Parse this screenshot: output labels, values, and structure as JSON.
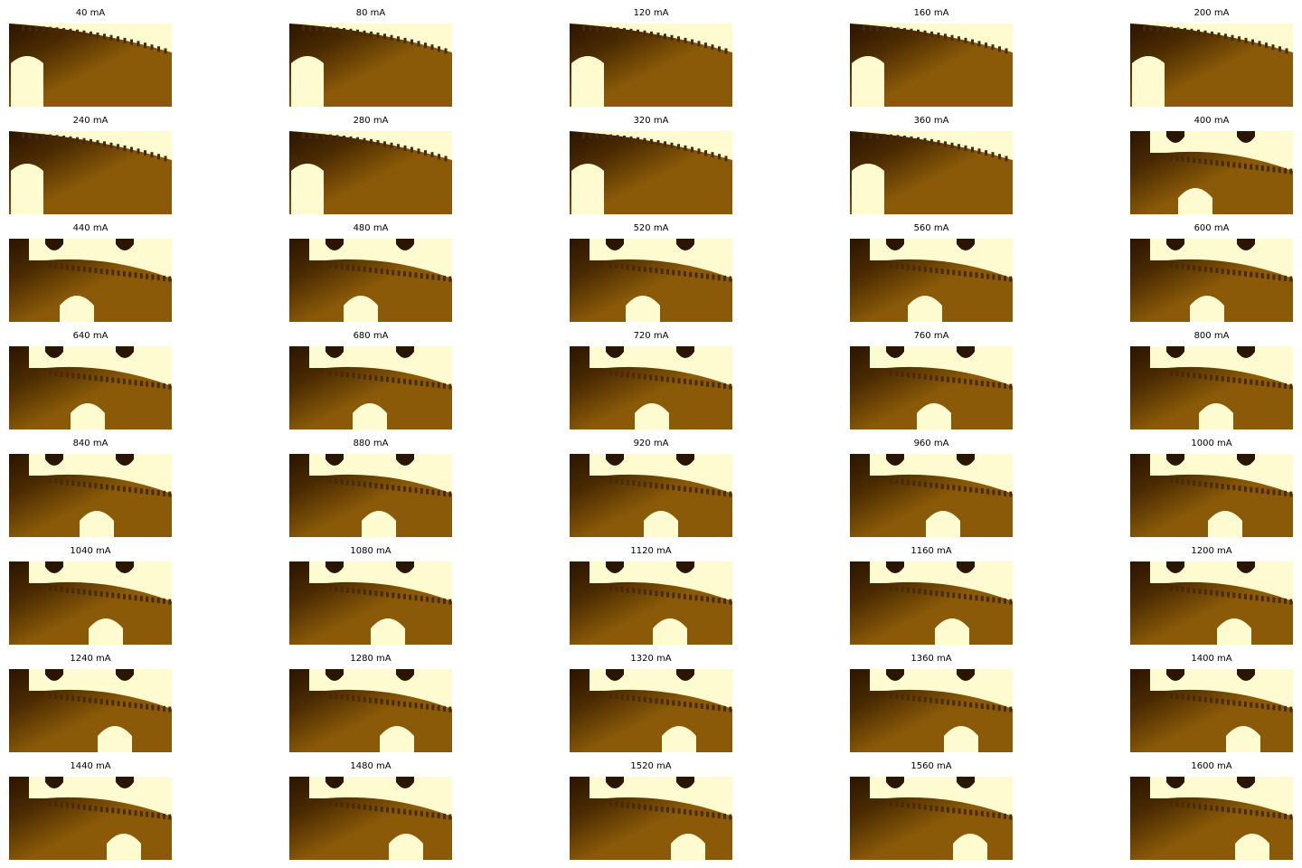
{
  "figure": {
    "columns": 5,
    "panels": [
      {
        "label": "40 mA",
        "fraction": 0.0
      },
      {
        "label": "80 mA",
        "fraction": 0.0
      },
      {
        "label": "120 mA",
        "fraction": 0.0
      },
      {
        "label": "160 mA",
        "fraction": 0.0
      },
      {
        "label": "200 mA",
        "fraction": 0.0
      },
      {
        "label": "240 mA",
        "fraction": 0.0
      },
      {
        "label": "280 mA",
        "fraction": 0.0
      },
      {
        "label": "320 mA",
        "fraction": 0.0
      },
      {
        "label": "360 mA",
        "fraction": 0.0
      },
      {
        "label": "400 mA",
        "fraction": 0.33
      },
      {
        "label": "440 mA",
        "fraction": 0.36
      },
      {
        "label": "480 mA",
        "fraction": 0.4
      },
      {
        "label": "520 mA",
        "fraction": 0.42
      },
      {
        "label": "560 mA",
        "fraction": 0.44
      },
      {
        "label": "600 mA",
        "fraction": 0.46
      },
      {
        "label": "640 mA",
        "fraction": 0.48
      },
      {
        "label": "680 mA",
        "fraction": 0.5
      },
      {
        "label": "720 mA",
        "fraction": 0.52
      },
      {
        "label": "760 mA",
        "fraction": 0.54
      },
      {
        "label": "800 mA",
        "fraction": 0.56
      },
      {
        "label": "840 mA",
        "fraction": 0.58
      },
      {
        "label": "880 mA",
        "fraction": 0.6
      },
      {
        "label": "920 mA",
        "fraction": 0.62
      },
      {
        "label": "960 mA",
        "fraction": 0.64
      },
      {
        "label": "1000 mA",
        "fraction": 0.66
      },
      {
        "label": "1040 mA",
        "fraction": 0.68
      },
      {
        "label": "1080 mA",
        "fraction": 0.7
      },
      {
        "label": "1120 mA",
        "fraction": 0.72
      },
      {
        "label": "1160 mA",
        "fraction": 0.74
      },
      {
        "label": "1200 mA",
        "fraction": 0.76
      },
      {
        "label": "1240 mA",
        "fraction": 0.78
      },
      {
        "label": "1280 mA",
        "fraction": 0.8
      },
      {
        "label": "1320 mA",
        "fraction": 0.82
      },
      {
        "label": "1360 mA",
        "fraction": 0.84
      },
      {
        "label": "1400 mA",
        "fraction": 0.86
      },
      {
        "label": "1440 mA",
        "fraction": 0.88
      },
      {
        "label": "1480 mA",
        "fraction": 0.9
      },
      {
        "label": "1520 mA",
        "fraction": 0.92
      },
      {
        "label": "1560 mA",
        "fraction": 0.94
      },
      {
        "label": "1600 mA",
        "fraction": 0.96
      }
    ]
  },
  "colors": {
    "dark": "#2a1500",
    "mid": "#8a5a08",
    "bright": "#fffbd0",
    "shadow": "#4a2a02"
  }
}
